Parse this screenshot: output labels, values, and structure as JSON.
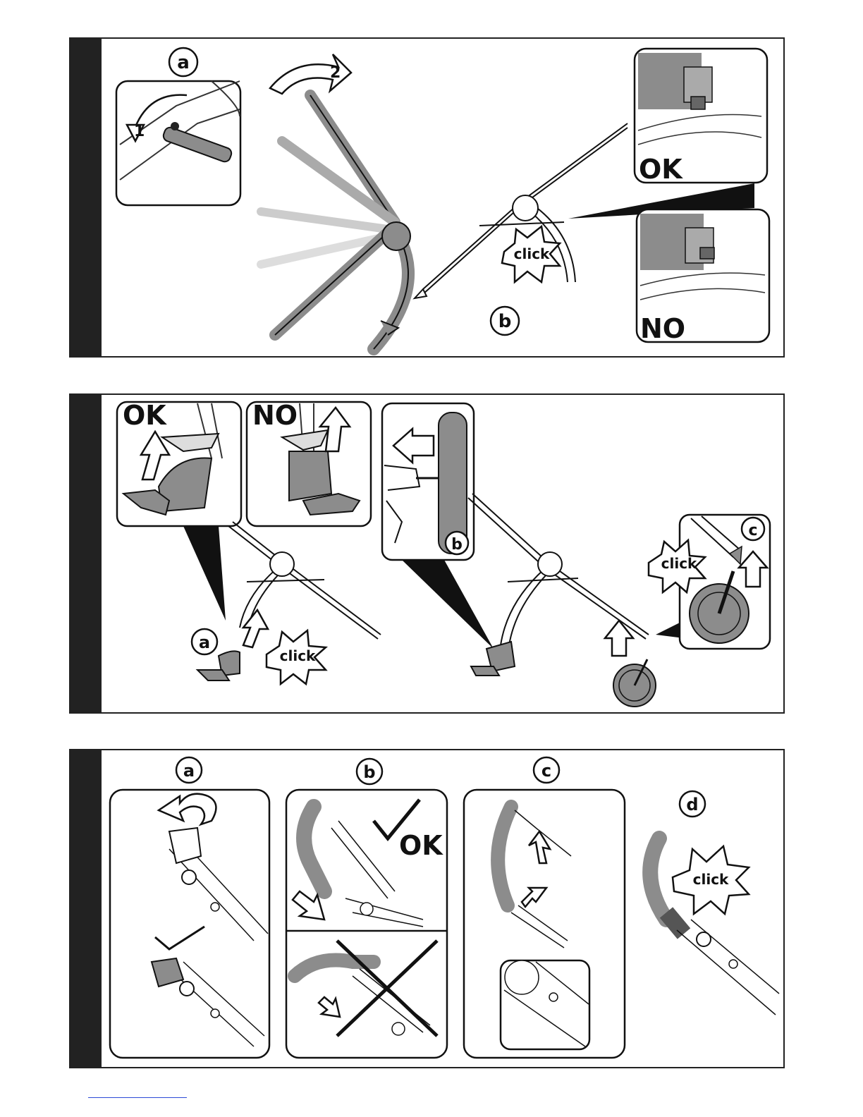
{
  "panel1": {
    "label_a": "a",
    "label_b": "b",
    "step1": "1",
    "step2": "2",
    "click": "click",
    "ok": "OK",
    "no": "NO"
  },
  "panel2": {
    "label_a": "a",
    "label_b": "b",
    "label_c": "c",
    "click_a": "click",
    "click_c": "click",
    "ok": "OK",
    "no": "NO"
  },
  "panel3": {
    "label_a": "a",
    "label_b": "b",
    "label_c": "c",
    "label_d": "d",
    "ok": "OK",
    "click": "click"
  },
  "colors": {
    "frame": "#222222",
    "part_gray": "#8c8c8c",
    "part_light": "#d9d9d9"
  }
}
